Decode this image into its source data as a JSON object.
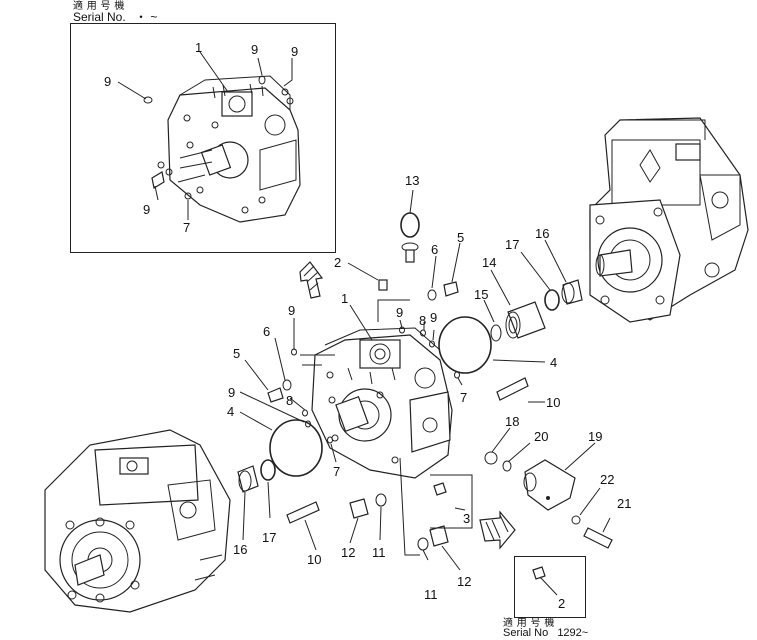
{
  "top_inset": {
    "applicable_model": "適 用 号 機",
    "serial_label": "Serial No.",
    "serial_value": "・ ~"
  },
  "bottom_inset": {
    "applicable_model": "適 用 号 機",
    "serial_label": "Serial No",
    "serial_value": "1292~"
  },
  "callouts": {
    "top_1": "1",
    "top_9a": "9",
    "top_9b": "9",
    "top_9c": "9",
    "top_9d": "9",
    "top_7": "7",
    "n13": "13",
    "n2": "2",
    "n6a": "6",
    "n5a": "5",
    "n17a": "17",
    "n16a": "16",
    "n14": "14",
    "n15": "15",
    "n1": "1",
    "n9a": "9",
    "n9b": "9",
    "n8a": "8",
    "n9c": "9",
    "n6b": "6",
    "n5b": "5",
    "n4a": "4",
    "n8b": "8",
    "n9d": "9",
    "n4b": "4",
    "n7a": "7",
    "n10a": "10",
    "n7b": "7",
    "n18": "18",
    "n20": "20",
    "n19": "19",
    "n17b": "17",
    "n16b": "16",
    "n3": "3",
    "n22": "22",
    "n10b": "10",
    "n12a": "12",
    "n11a": "11",
    "n21": "21",
    "n11b": "11",
    "n12b": "12",
    "n2b": "2"
  }
}
